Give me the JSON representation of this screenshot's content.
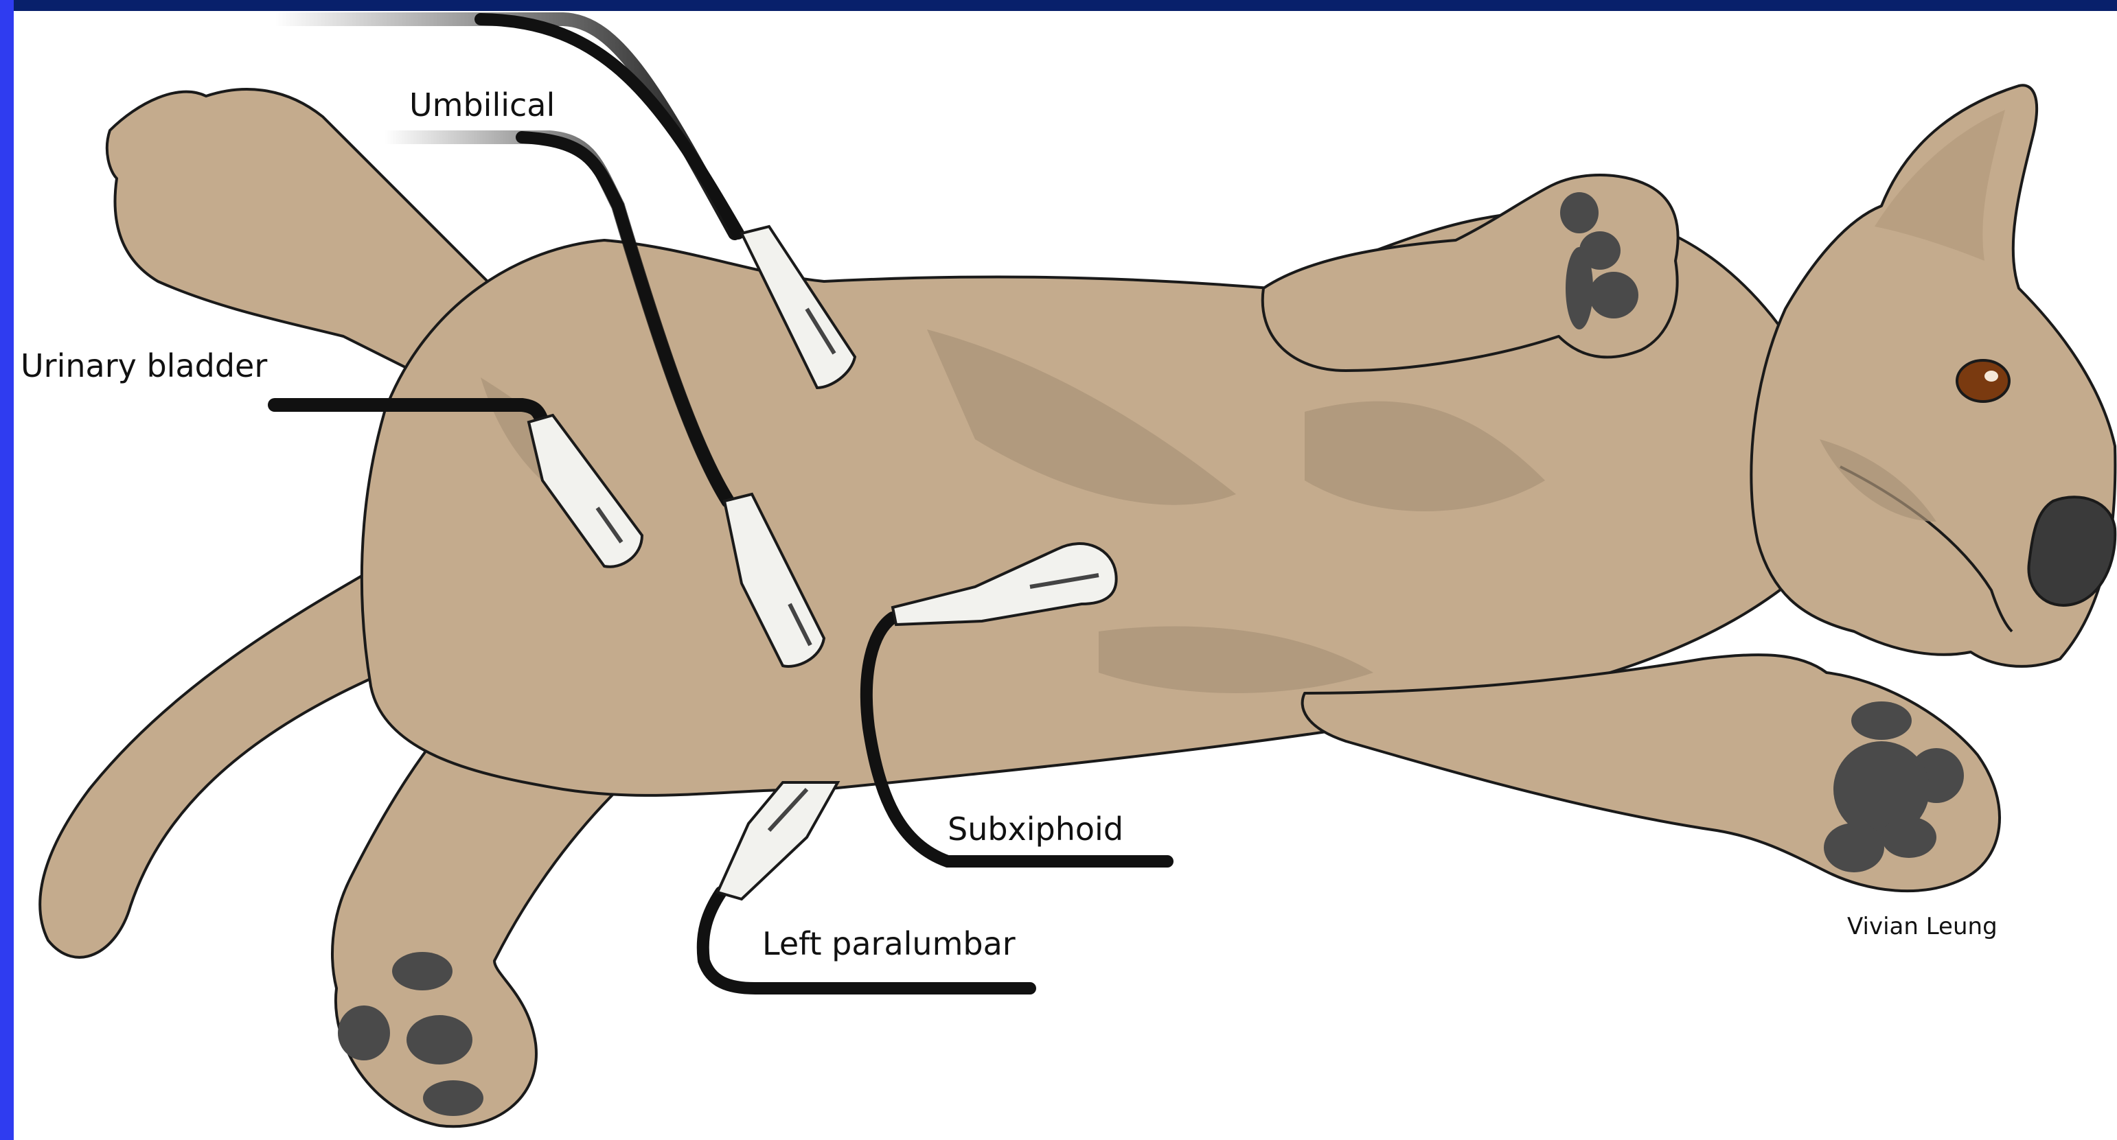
{
  "labels": {
    "umbilical": "Umbilical",
    "urinary_bladder": "Urinary bladder",
    "subxiphoid": "Subxiphoid",
    "left_paralumbar": "Left paralumbar"
  },
  "credit": "Vivian Leung",
  "colors": {
    "frame_top": "#08206b",
    "frame_left": "#2f3cf0",
    "fur": "#c4ab8d",
    "fur_shadow": "#a99377",
    "outline": "#1a1a1a",
    "paw_pad": "#4a4a4a",
    "nose": "#3a3a3a",
    "eye": "#7a3a10",
    "probe": "#f2f2ee",
    "cable": "#111111"
  }
}
